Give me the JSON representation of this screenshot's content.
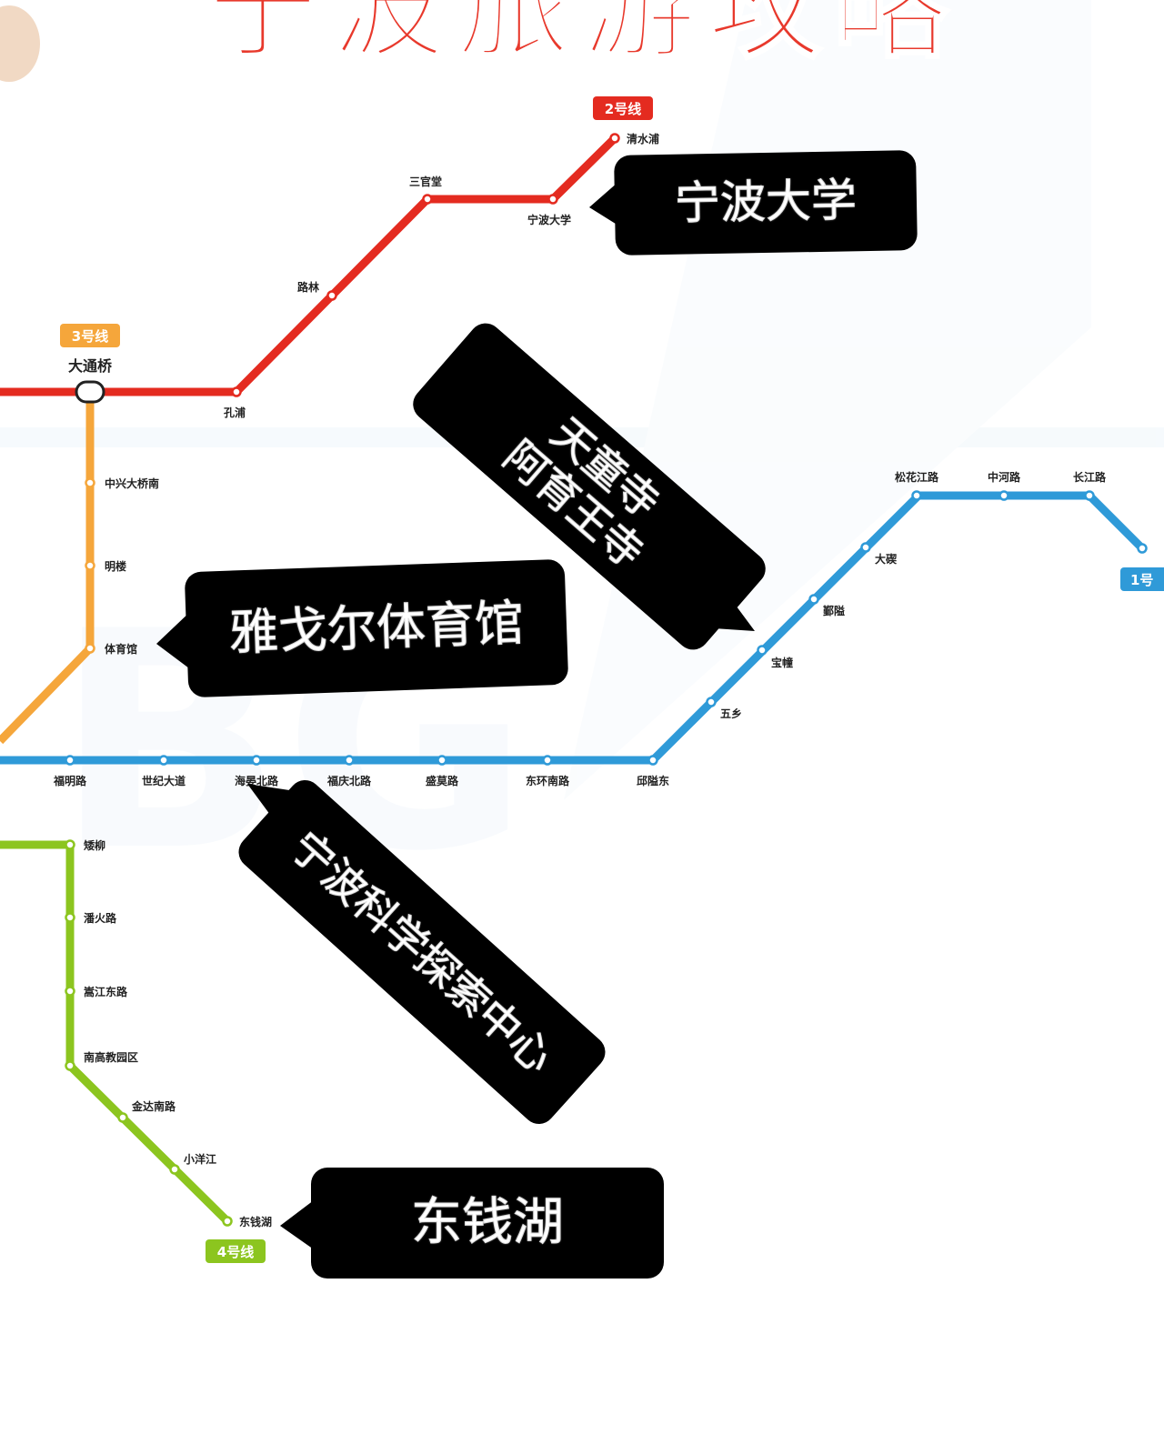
{
  "title": "宁波旅游攻略",
  "colors": {
    "line1": "#2f9ad8",
    "line2": "#e42b20",
    "line3": "#f5a63b",
    "line4": "#8cc51f",
    "callout_bg": "#000000",
    "title_red": "#e8392c"
  },
  "lines": {
    "line2_badge": "2号线",
    "line3_badge": "3号线",
    "line4_badge": "4号线",
    "line1_badge": "1号"
  },
  "stations": {
    "datongqiao": "大通桥",
    "qingshuipu": "清水浦",
    "ningbodaxue": "宁波大学",
    "sanguantang": "三官堂",
    "lulin": "路林",
    "kongpu": "孔浦",
    "zhongxingdaqiaonan": "中兴大桥南",
    "minglou": "明楼",
    "tiyuguan": "体育馆",
    "fumingrd": "福明路",
    "shijidadao": "世纪大道",
    "haiyanbeilu": "海晏北路",
    "fuqingbeilu": "福庆北路",
    "shengmolu": "盛莫路",
    "donghuannanlu": "东环南路",
    "yinzhoudong": "邱隘东",
    "wuxiang": "五乡",
    "baochuang": "宝幢",
    "yinzhou": "鄞隘",
    "daqi": "大碶",
    "songhuajianglu": "松花江路",
    "zhonghelu": "中河路",
    "changjianglu": "长江路",
    "aiyiu": "矮柳",
    "panhuolu": "潘火路",
    "songjiangdonglu": "嵩江东路",
    "nangaojiaoyuanqu": "南高教园区",
    "jindananlu": "金达南路",
    "xiaoyangjiang": "小洋江",
    "dongqianhu": "东钱湖"
  },
  "callouts": {
    "ningbo_university": "宁波大学",
    "temples_line1": "天童寺",
    "temples_line2": "阿育王寺",
    "yager_gym": "雅戈尔体育馆",
    "science_center": "宁波科学探索中心",
    "dongqian_lake": "东钱湖"
  }
}
